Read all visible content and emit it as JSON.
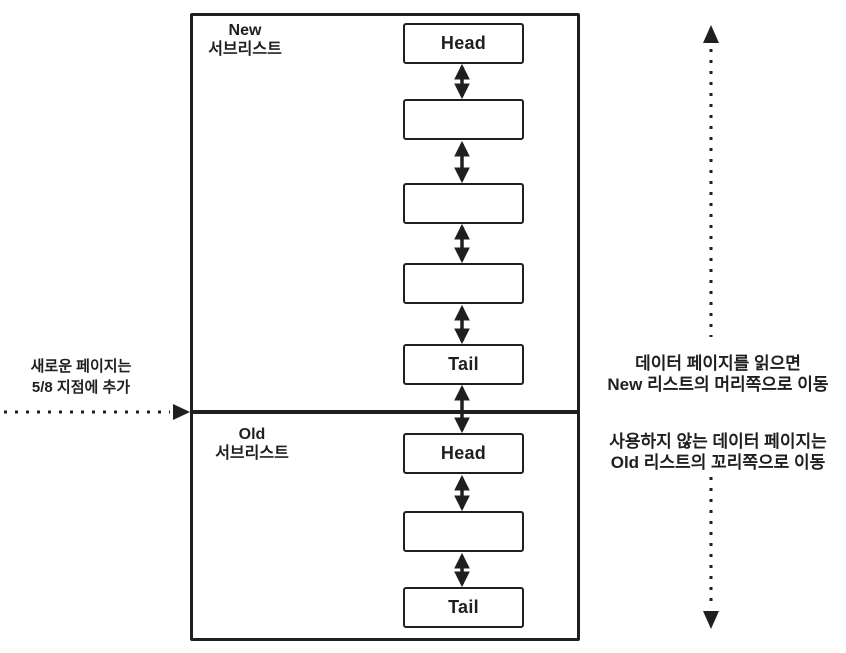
{
  "colors": {
    "line": "#1f1f1f",
    "background": "#ffffff"
  },
  "diagram": {
    "new_sublist": {
      "label": [
        "New",
        "서브리스트"
      ],
      "nodes": [
        "Head",
        "",
        "",
        "",
        "Tail"
      ]
    },
    "old_sublist": {
      "label": [
        "Old",
        "서브리스트"
      ],
      "nodes": [
        "Head",
        "",
        "Tail"
      ]
    },
    "left_note": [
      "새로운 페이지는",
      "5/8 지점에 추가"
    ],
    "right_note_top": [
      "데이터 페이지를 읽으면",
      "New 리스트의 머리쪽으로 이동"
    ],
    "right_note_bottom": [
      "사용하지 않는 데이터 페이지는",
      "Old 리스트의 꼬리쪽으로 이동"
    ]
  }
}
